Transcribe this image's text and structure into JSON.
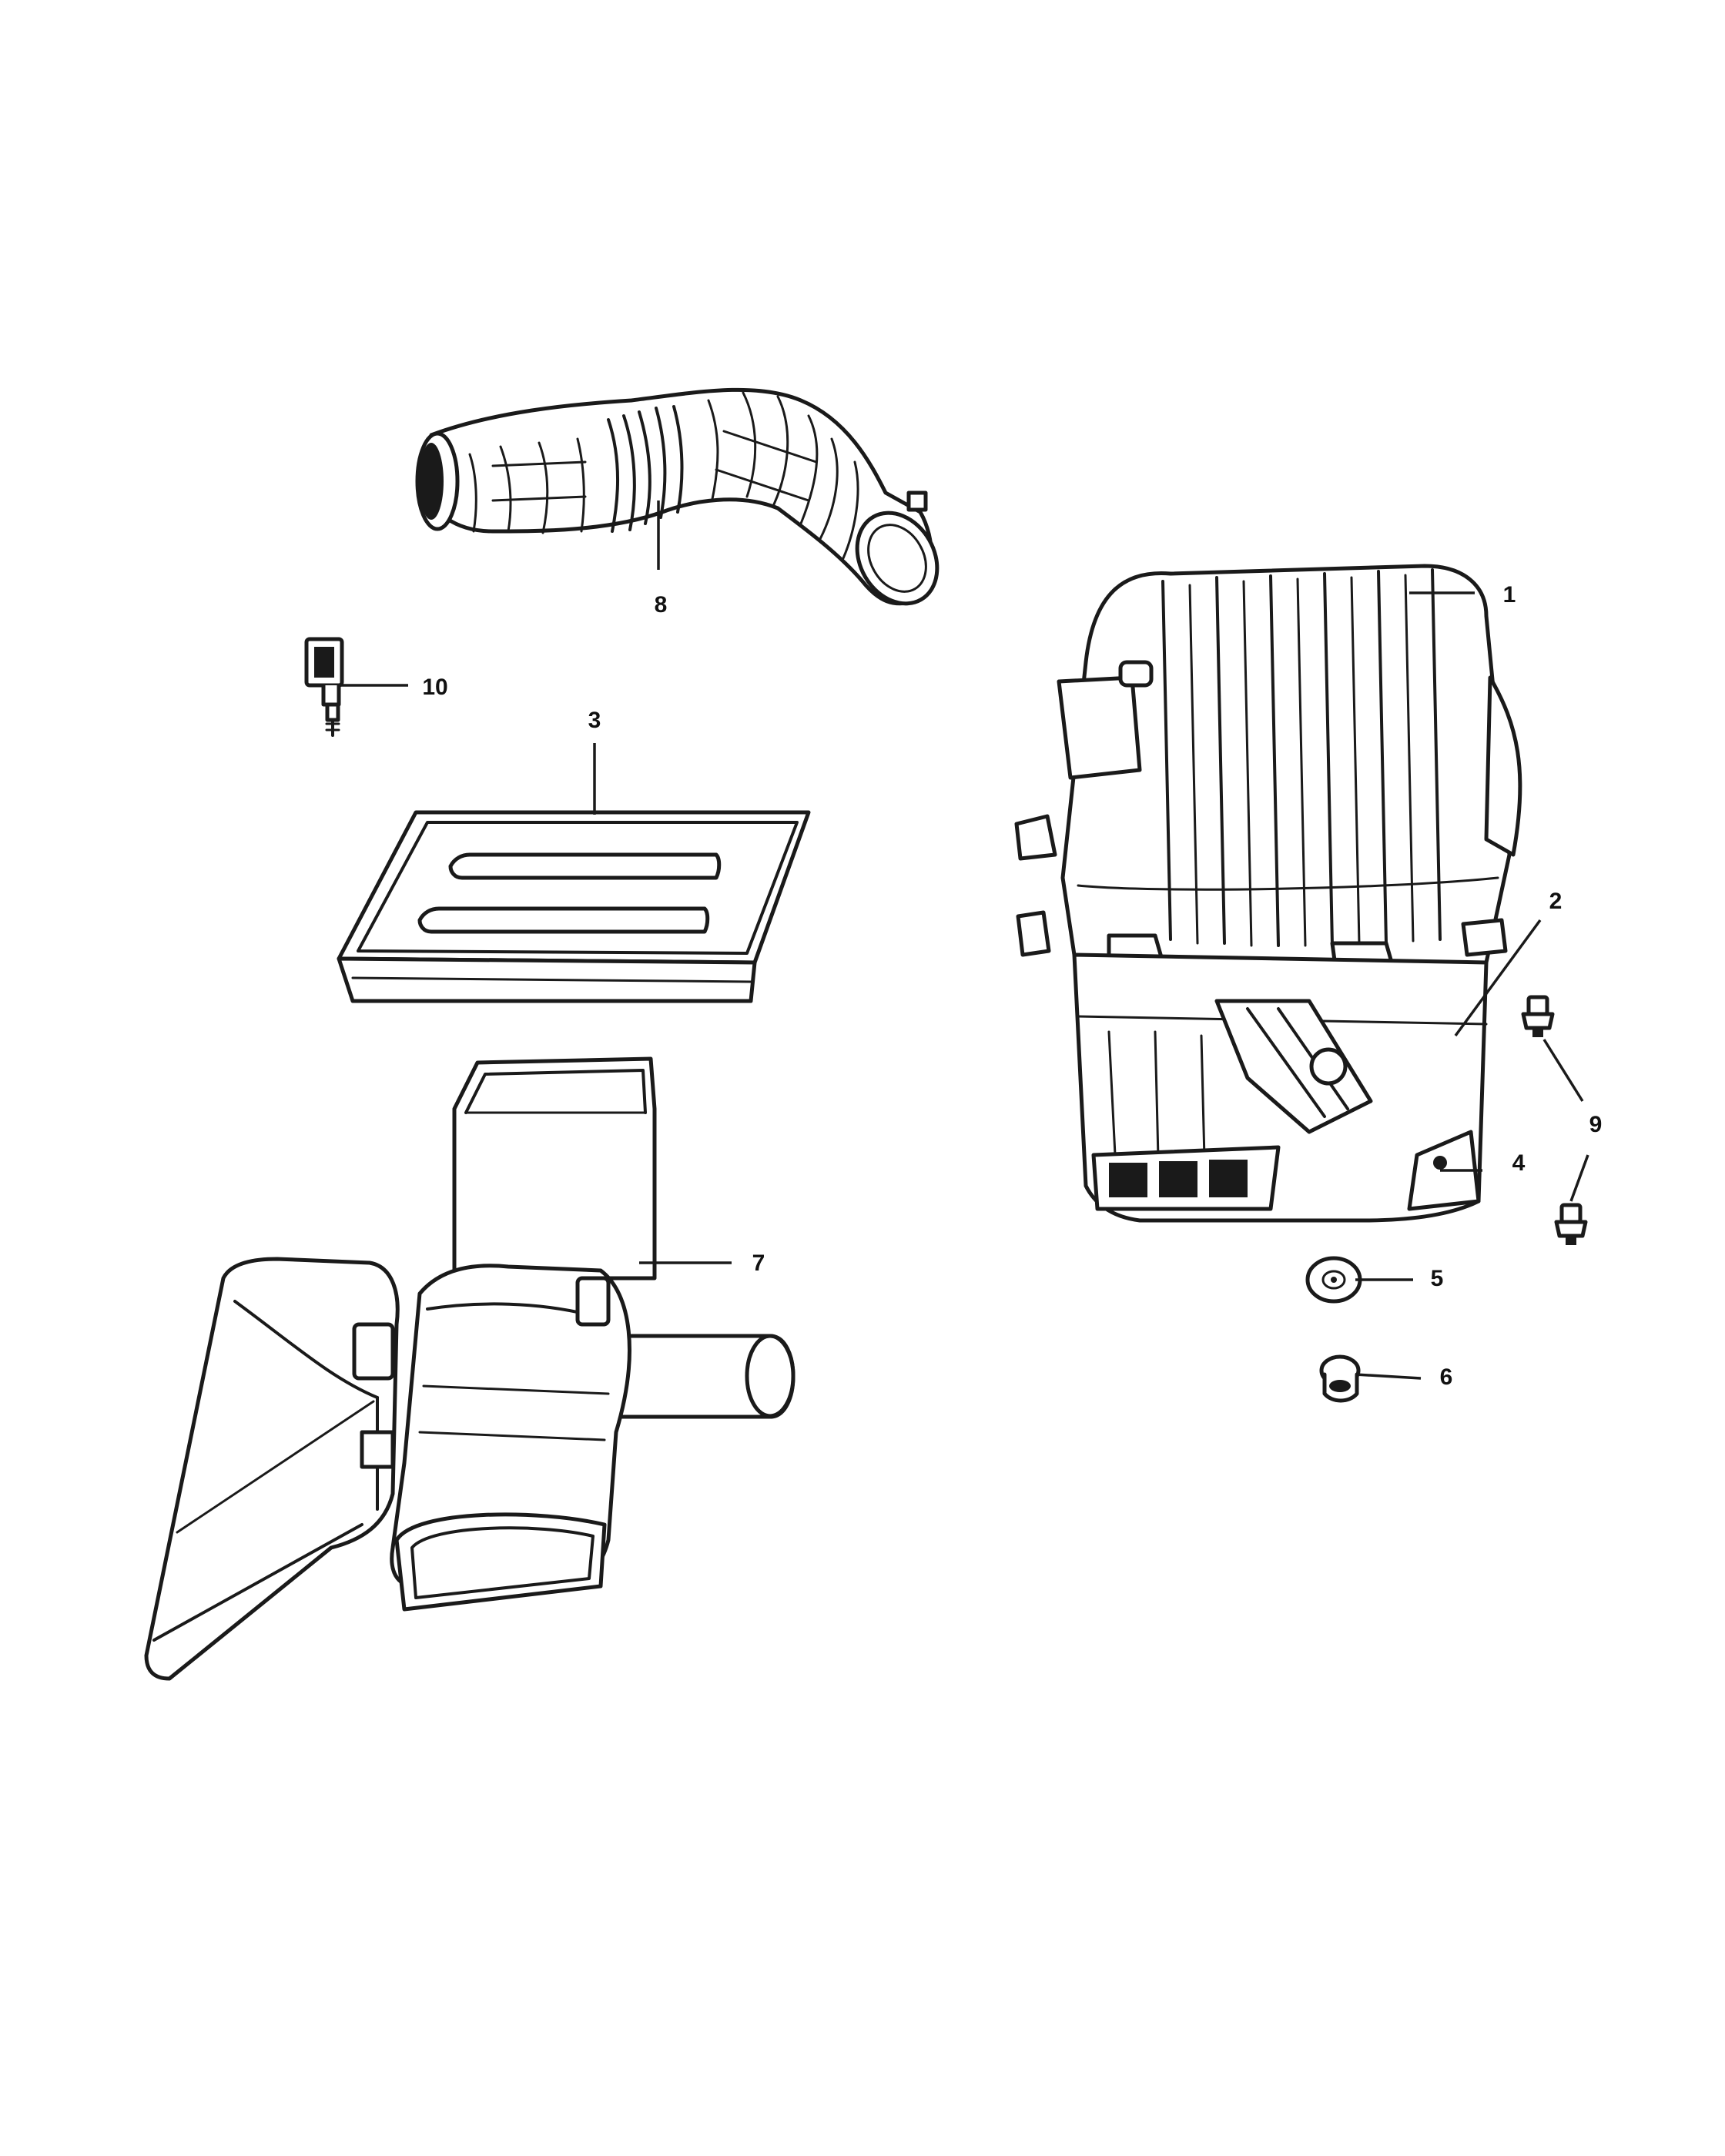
{
  "diagram": {
    "colors": {
      "background": "#ffffff",
      "ink": "#1a1a1a"
    },
    "callouts": [
      {
        "id": "1",
        "label": "1"
      },
      {
        "id": "2",
        "label": "2"
      },
      {
        "id": "3",
        "label": "3"
      },
      {
        "id": "4",
        "label": "4"
      },
      {
        "id": "5",
        "label": "5"
      },
      {
        "id": "6",
        "label": "6"
      },
      {
        "id": "7",
        "label": "7"
      },
      {
        "id": "8",
        "label": "8"
      },
      {
        "id": "9",
        "label": "9"
      },
      {
        "id": "10",
        "label": "10"
      }
    ]
  }
}
